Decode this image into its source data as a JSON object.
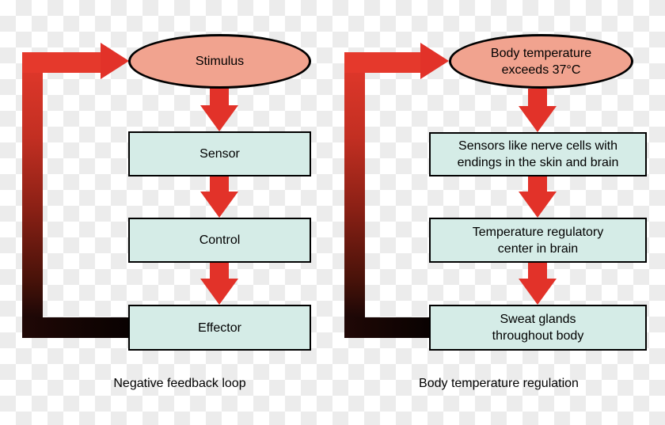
{
  "diagram": {
    "left_chart": {
      "start": {
        "lines": [
          "Stimulus"
        ]
      },
      "steps": [
        {
          "lines": [
            "Sensor"
          ]
        },
        {
          "lines": [
            "Control"
          ]
        },
        {
          "lines": [
            "Effector"
          ]
        }
      ],
      "caption": "Negative feedback loop"
    },
    "right_chart": {
      "start": {
        "lines": [
          "Body temperature",
          "exceeds 37°C"
        ]
      },
      "steps": [
        {
          "lines": [
            "Sensors like nerve cells with",
            "endings in the skin and brain"
          ]
        },
        {
          "lines": [
            "Temperature regulatory",
            "center in brain"
          ]
        },
        {
          "lines": [
            "Sweat glands",
            "throughout body"
          ]
        }
      ],
      "caption": "Body temperature regulation"
    },
    "colors": {
      "arrow_red": "#e23229",
      "loop_gradient_top": "#e5392c",
      "loop_gradient_bottom": "#120303",
      "ellipse_fill": "#f1a38f",
      "box_fill": "#d5ece7",
      "outline": "#000000",
      "checker_white": "#ffffff",
      "checker_gray": "#ececec",
      "text": "#000000"
    }
  }
}
